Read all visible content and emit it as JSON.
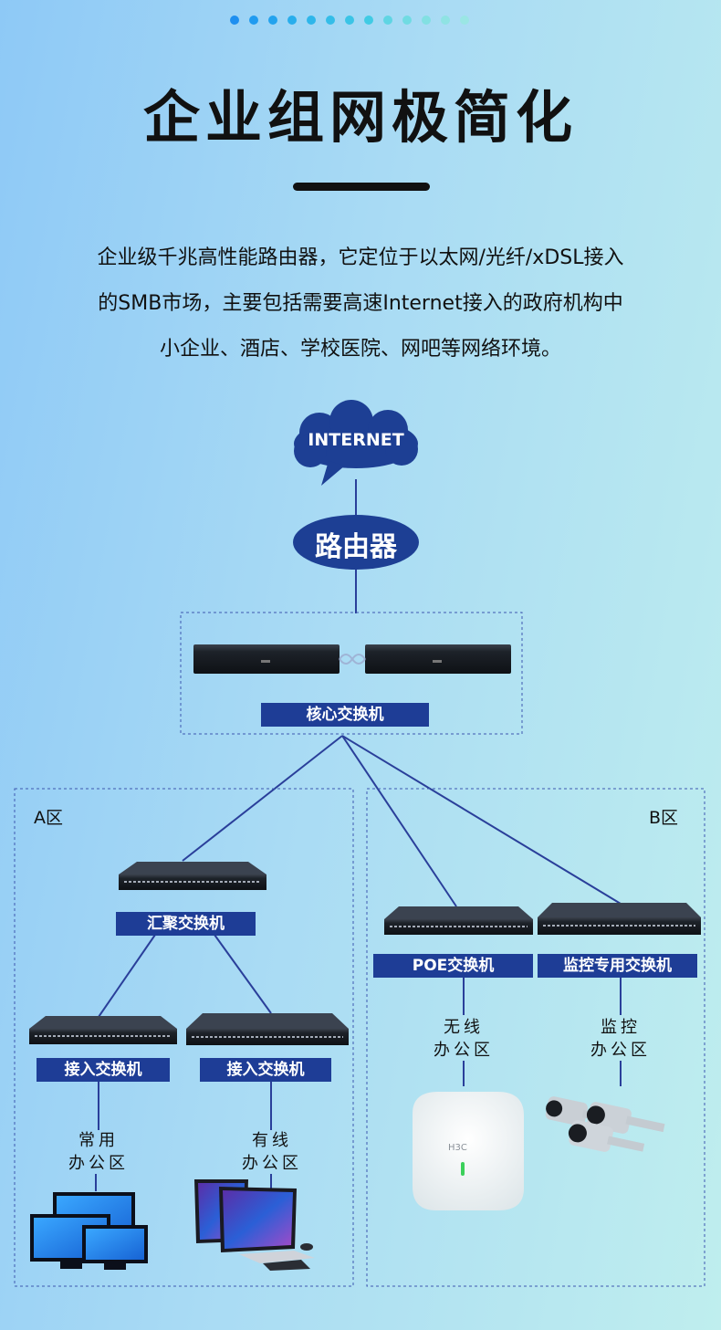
{
  "title": "企业组网极简化",
  "description": [
    "企业级千兆高性能路由器，它定位于以太网/光纤/xDSL接入",
    "的SMB市场，主要包括需要高速Internet接入的政府机构中",
    "小企业、酒店、学校医院、网吧等网络环境。"
  ],
  "dot_colors": [
    "#1e8ff0",
    "#209bf0",
    "#23a3ee",
    "#28aeec",
    "#2eb6ea",
    "#34bde8",
    "#3ac4e6",
    "#40cbe4",
    "#5fd5e3",
    "#70dbe2",
    "#82e0e2",
    "#8fe3e3",
    "#9ae6e4"
  ],
  "diagram": {
    "cloud": "INTERNET",
    "router": "路由器",
    "core_switch": "核心交换机",
    "zone_a": "A区",
    "zone_b": "B区",
    "aggregation_switch": "汇聚交换机",
    "access_switch_1": "接入交换机",
    "access_switch_2": "接入交换机",
    "poe_switch": "POE交换机",
    "monitor_switch": "监控专用交换机",
    "office_common": [
      "常用",
      "办公区"
    ],
    "office_wired": [
      "有线",
      "办公区"
    ],
    "office_wireless": [
      "无线",
      "办公区"
    ],
    "monitor_area": [
      "监控",
      "办公区"
    ],
    "ap_brand": "H3C"
  },
  "colors": {
    "label_bg": "#1e3d96",
    "line": "#2a3f9a",
    "device": "#15191f"
  }
}
